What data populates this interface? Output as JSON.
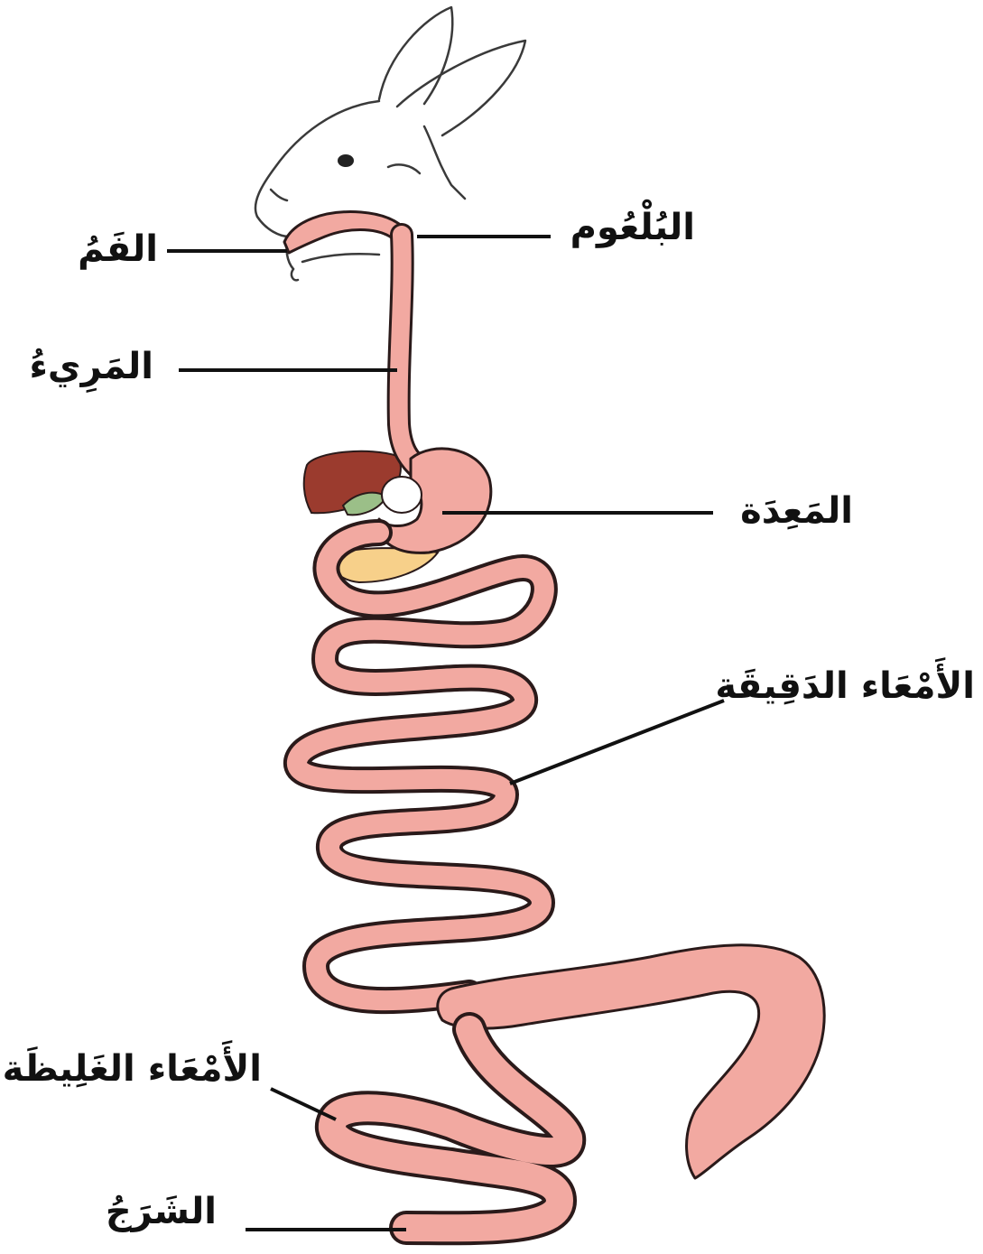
{
  "labels": {
    "mouth": "الفَمُ",
    "pharynx": "البُلْعُوم",
    "esophagus": "المَرِيءُ",
    "stomach": "المَعِدَة",
    "small_intestine": "الأَمْعَاء الدَقِيقَة",
    "large_intestine": "الأَمْعَاء الغَلِيظَة",
    "anus": "الشَرَجُ"
  },
  "colors": {
    "digestive_tract": "#f2a9a1",
    "outline": "#2a1a1a",
    "liver": "#9b3b2e",
    "gallbladder": "#9bbf88",
    "pancreas": "#f7d08a",
    "leader_lines": "#111111"
  }
}
